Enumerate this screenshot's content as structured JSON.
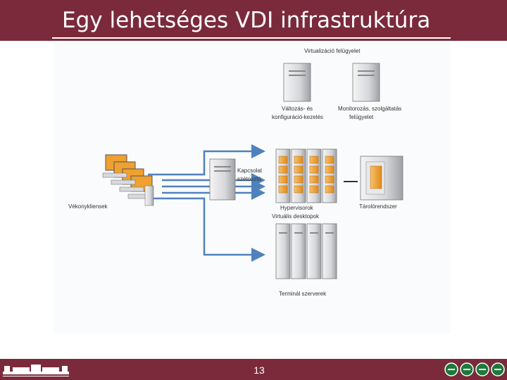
{
  "slide": {
    "title": "Egy lehetséges VDI infrastruktúra",
    "page_number": "13"
  },
  "diagram": {
    "virtualization_header": "Virtualizáció felügyelet",
    "config_mgmt_line1": "Változás- és",
    "config_mgmt_line2": "konfiguráció-kezelés",
    "monitoring_line1": "Monitorozás, szolgáltatás",
    "monitoring_line2": "felügyelet",
    "broker_line1": "Kapcsolat",
    "broker_line2": "szétosztó",
    "thin_clients": "Vékonykliensek",
    "hypervisors_line1": "Hypervisorok",
    "hypervisors_line2": "Virtuális desktopok",
    "storage": "Tárolórendszer",
    "terminal_servers": "Terminál szerverek"
  },
  "colors": {
    "accent": "#7b2a3b",
    "arrow": "#4f81bd",
    "server_body": "#d9dadc",
    "vm_orange": "#f0a030"
  },
  "icons": {
    "logo_left": "university-building-logo",
    "logo_right": "faculty-logo-icons"
  }
}
